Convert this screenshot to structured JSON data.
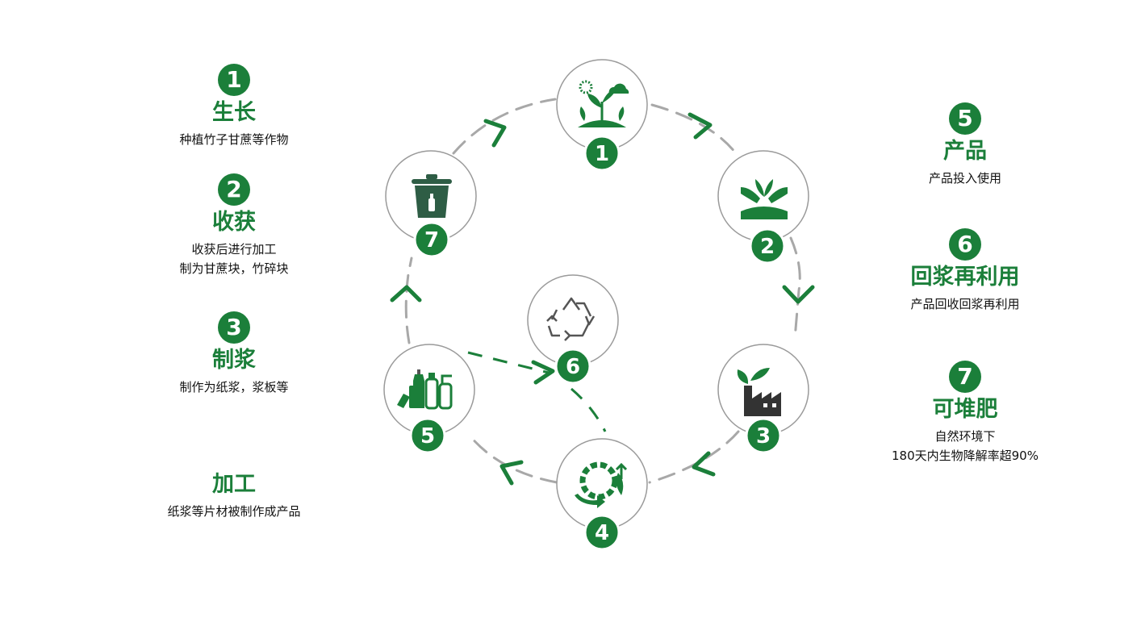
{
  "colors": {
    "accent": "#1b7f3a",
    "node_border": "#9a9a9a",
    "dash": "#a8a8a8",
    "icon_dark": "#333333"
  },
  "left_steps": [
    {
      "number": "1",
      "title": "生长",
      "desc": [
        "种植竹子甘蔗等作物"
      ]
    },
    {
      "number": "2",
      "title": "收获",
      "desc": [
        "收获后进行加工",
        "制为甘蔗块，竹碎块"
      ]
    },
    {
      "number": "3",
      "title": "制浆",
      "desc": [
        "制作为纸浆，浆板等"
      ]
    },
    {
      "number": "",
      "title": "加工",
      "desc": [
        "纸浆等片材被制作成产品"
      ]
    }
  ],
  "right_steps": [
    {
      "number": "5",
      "title": "产品",
      "desc": [
        "产品投入使用"
      ]
    },
    {
      "number": "6",
      "title": "回浆再利用",
      "desc": [
        "产品回收回浆再利用"
      ]
    },
    {
      "number": "7",
      "title": "可堆肥",
      "desc": [
        "自然环境下",
        "180天内生物降解率超90%"
      ]
    }
  ],
  "cycle_nodes": [
    {
      "number": "1",
      "icon": "sprout-sun-cloud-icon"
    },
    {
      "number": "2",
      "icon": "harvest-hands-plant-icon"
    },
    {
      "number": "3",
      "icon": "factory-leaf-icon"
    },
    {
      "number": "4",
      "icon": "gear-processing-icon"
    },
    {
      "number": "5",
      "icon": "bottles-products-icon"
    },
    {
      "number": "6",
      "icon": "recycle-arrows-icon"
    },
    {
      "number": "7",
      "icon": "compost-bin-icon"
    }
  ]
}
